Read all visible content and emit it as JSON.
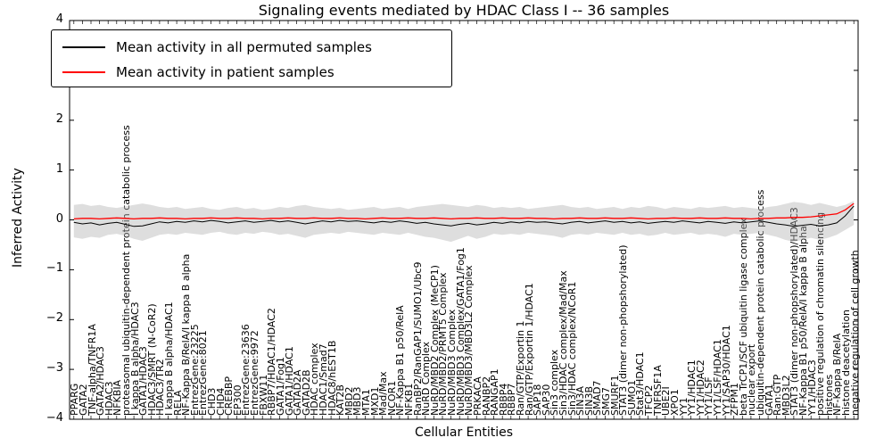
{
  "title": "Signaling events mediated by HDAC Class I -- 36 samples",
  "axes": {
    "xlabel": "Cellular Entities",
    "ylabel": "Inferred Activity",
    "ylim": [
      -4,
      4
    ],
    "yticks": [
      4,
      3,
      2,
      1,
      0,
      -1,
      -2,
      -3,
      -4
    ]
  },
  "legend": {
    "items": [
      {
        "label": "Mean activity in all permuted samples",
        "color": "#000000"
      },
      {
        "label": "Mean activity in patient samples",
        "color": "#ff0000"
      }
    ]
  },
  "colors": {
    "permuted_line": "#000000",
    "patient_line": "#ff0000",
    "band": "#b0b0b0",
    "background": "#ffffff",
    "frame": "#000000"
  },
  "chart_data": {
    "type": "line",
    "title": "Signaling events mediated by HDAC Class I -- 36 samples",
    "xlabel": "Cellular Entities",
    "ylabel": "Inferred Activity",
    "ylim": [
      -4,
      4
    ],
    "grid": false,
    "legend_position": "upper left",
    "categories": [
      "PPARG",
      "GATA2",
      "TNF-alpha/TNFR1A",
      "GATA2/HDAC3",
      "HDAC3",
      "NFKBIA",
      "proteasomal ubiquitin-dependent protein catabolic process",
      "I kappa B alpha/HDAC3",
      "GATA1/HDAC3",
      "HDAC3/SMRT (N-CoR2)",
      "HDAC3/TR2",
      "I kappa B alpha/HDAC1",
      "RELA",
      "NF-Kappa B/RelA/I kappa B alpha",
      "EntrezGene:23225",
      "EntrezGene:8021",
      "CHD3",
      "CHD4",
      "CREBBP",
      "EP300",
      "EntrezGene:23636",
      "EntrezGene:9972",
      "FBXW11",
      "RBBP7/HDAC1/HDAC2",
      "GATA1/Fog1",
      "GATA1/HDAC1",
      "GATAD2A",
      "GATAD2B",
      "HDAC complex",
      "HDAC1/Smad7",
      "HDAC8/hEST1B",
      "KAT2B",
      "MBD2",
      "MBD3",
      "MTA1",
      "MXD1",
      "Mad/Max",
      "NCOR1",
      "NF-Kappa B1 p50/RelA",
      "NFKB1",
      "RanBP2/RanGAP1/SUMO1/Ubc9",
      "NuRD Complex",
      "NuRD/MBD2 Complex (MeCP1)",
      "NuRD/MBD2/PRMT5 Complex",
      "NuRD/MBD3 Complex",
      "NuRD/MBD3 Complex/GATA1/Fog1",
      "NuRD/MBD3/MBD3L2 Complex",
      "PRKACA",
      "RANBP2",
      "RANGAP1",
      "RBBP4",
      "RBBP7",
      "Ran/GTP/Exportin 1",
      "Ran/GTP/Exportin 1/HDAC1",
      "SAP18",
      "SAP30",
      "Sin3 complex",
      "Sin3/HDAC complex/Mad/Max",
      "Sin3/HDAC complex/NCoR1",
      "SIN3A",
      "SIN3B",
      "SMAD7",
      "SMG7",
      "SMURF1",
      "STAT3 (dimer non-phopshorylated)",
      "SUMO1",
      "Stat3/HDAC1",
      "TFCP2",
      "TNFRSF1A",
      "UBE2I",
      "XPO1",
      "YY1",
      "YY1/HDAC1",
      "YY1/HDAC2",
      "YY1/LSF",
      "YY1/LSF/HDAC1",
      "YY1/SAP30/HDAC1",
      "ZFPM1",
      "beta TrCP1/SCF ubiquitin ligase complex",
      "nuclear export",
      "ubiquitin-dependent protein catabolic process",
      "GATA1",
      "Ran:GTP",
      "MBD3L2",
      "STAT3 (dimer non-phopshorylated)/HDAC3",
      "NF-Kappa B1 p50/RelA/I kappa B alpha",
      "YY1/HDAC3",
      "positive regulation of chromatin silencing",
      "histones",
      "NF-Kappa B/RelA",
      "histone deacetylation",
      "negative regulation of cell growth"
    ],
    "series": [
      {
        "name": "Mean activity in all permuted samples",
        "color": "#000000",
        "values": [
          -0.05,
          -0.08,
          -0.06,
          -0.1,
          -0.07,
          -0.05,
          -0.09,
          -0.13,
          -0.12,
          -0.08,
          -0.04,
          -0.06,
          -0.03,
          -0.05,
          -0.02,
          -0.04,
          -0.01,
          -0.03,
          -0.06,
          -0.04,
          -0.02,
          -0.05,
          -0.03,
          -0.01,
          -0.04,
          -0.02,
          -0.05,
          -0.08,
          -0.05,
          -0.02,
          -0.04,
          -0.01,
          -0.03,
          -0.02,
          -0.04,
          -0.06,
          -0.03,
          -0.05,
          -0.02,
          -0.04,
          -0.07,
          -0.05,
          -0.08,
          -0.1,
          -0.12,
          -0.09,
          -0.07,
          -0.1,
          -0.08,
          -0.05,
          -0.07,
          -0.04,
          -0.06,
          -0.03,
          -0.05,
          -0.04,
          -0.06,
          -0.08,
          -0.05,
          -0.03,
          -0.06,
          -0.04,
          -0.02,
          -0.05,
          -0.03,
          -0.06,
          -0.04,
          -0.07,
          -0.05,
          -0.03,
          -0.05,
          -0.02,
          -0.04,
          -0.06,
          -0.03,
          -0.05,
          -0.07,
          -0.04,
          -0.06,
          -0.04,
          -0.02,
          -0.05,
          -0.08,
          -0.1,
          -0.13,
          -0.11,
          -0.09,
          -0.12,
          -0.1,
          -0.06,
          0.08,
          0.28
        ]
      },
      {
        "name": "Mean activity in patient samples",
        "color": "#ff0000",
        "values": [
          0.02,
          0.03,
          0.03,
          0.02,
          0.03,
          0.04,
          0.03,
          0.02,
          0.03,
          0.03,
          0.04,
          0.03,
          0.03,
          0.02,
          0.03,
          0.03,
          0.04,
          0.03,
          0.03,
          0.04,
          0.03,
          0.03,
          0.02,
          0.03,
          0.03,
          0.04,
          0.03,
          0.03,
          0.04,
          0.03,
          0.03,
          0.04,
          0.03,
          0.03,
          0.02,
          0.03,
          0.04,
          0.03,
          0.03,
          0.04,
          0.03,
          0.03,
          0.04,
          0.03,
          0.02,
          0.03,
          0.03,
          0.04,
          0.03,
          0.03,
          0.04,
          0.03,
          0.03,
          0.04,
          0.03,
          0.03,
          0.02,
          0.03,
          0.03,
          0.04,
          0.03,
          0.03,
          0.04,
          0.03,
          0.03,
          0.04,
          0.03,
          0.02,
          0.03,
          0.03,
          0.04,
          0.03,
          0.03,
          0.04,
          0.03,
          0.03,
          0.04,
          0.03,
          0.03,
          0.02,
          0.03,
          0.03,
          0.04,
          0.04,
          0.05,
          0.05,
          0.06,
          0.08,
          0.1,
          0.12,
          0.2,
          0.33
        ]
      }
    ],
    "band": {
      "name": "permuted samples range",
      "color": "#b0b0b0",
      "upper": [
        0.3,
        0.32,
        0.28,
        0.3,
        0.26,
        0.24,
        0.27,
        0.3,
        0.33,
        0.3,
        0.26,
        0.24,
        0.26,
        0.22,
        0.24,
        0.26,
        0.22,
        0.2,
        0.24,
        0.26,
        0.22,
        0.24,
        0.2,
        0.22,
        0.26,
        0.24,
        0.28,
        0.3,
        0.26,
        0.24,
        0.22,
        0.24,
        0.2,
        0.22,
        0.24,
        0.26,
        0.22,
        0.24,
        0.26,
        0.22,
        0.26,
        0.28,
        0.3,
        0.32,
        0.3,
        0.28,
        0.26,
        0.3,
        0.28,
        0.24,
        0.26,
        0.24,
        0.26,
        0.22,
        0.24,
        0.26,
        0.28,
        0.3,
        0.26,
        0.24,
        0.26,
        0.22,
        0.24,
        0.26,
        0.22,
        0.26,
        0.24,
        0.28,
        0.26,
        0.22,
        0.26,
        0.24,
        0.22,
        0.26,
        0.24,
        0.26,
        0.28,
        0.24,
        0.26,
        0.24,
        0.22,
        0.26,
        0.28,
        0.32,
        0.36,
        0.34,
        0.3,
        0.34,
        0.3,
        0.26,
        0.3,
        0.38
      ],
      "lower": [
        -0.35,
        -0.38,
        -0.34,
        -0.36,
        -0.3,
        -0.28,
        -0.32,
        -0.38,
        -0.42,
        -0.36,
        -0.3,
        -0.28,
        -0.3,
        -0.26,
        -0.28,
        -0.3,
        -0.26,
        -0.24,
        -0.28,
        -0.3,
        -0.26,
        -0.28,
        -0.24,
        -0.26,
        -0.3,
        -0.28,
        -0.32,
        -0.36,
        -0.3,
        -0.28,
        -0.26,
        -0.28,
        -0.24,
        -0.26,
        -0.28,
        -0.3,
        -0.26,
        -0.28,
        -0.3,
        -0.26,
        -0.3,
        -0.34,
        -0.36,
        -0.4,
        -0.44,
        -0.38,
        -0.32,
        -0.38,
        -0.34,
        -0.28,
        -0.3,
        -0.28,
        -0.3,
        -0.26,
        -0.28,
        -0.3,
        -0.32,
        -0.36,
        -0.3,
        -0.28,
        -0.3,
        -0.26,
        -0.28,
        -0.3,
        -0.26,
        -0.3,
        -0.28,
        -0.32,
        -0.3,
        -0.26,
        -0.3,
        -0.28,
        -0.26,
        -0.3,
        -0.28,
        -0.3,
        -0.34,
        -0.28,
        -0.3,
        -0.28,
        -0.26,
        -0.3,
        -0.34,
        -0.4,
        -0.44,
        -0.4,
        -0.36,
        -0.4,
        -0.36,
        -0.3,
        -0.2,
        -0.1
      ]
    }
  }
}
